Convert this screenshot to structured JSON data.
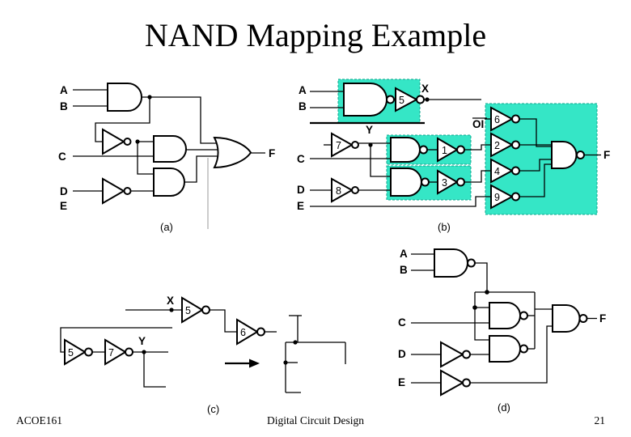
{
  "title": "NAND Mapping Example",
  "footer": {
    "course": "ACOE161",
    "center": "Digital Circuit Design",
    "page": "21"
  },
  "colors": {
    "highlight": "#35E6C6",
    "highlight_border": "#0FA78E",
    "wire": "#000000",
    "stray_wire": "#999999"
  },
  "diagram_a": {
    "caption": "(a)",
    "inputs": {
      "a": "A",
      "b": "B",
      "c": "C",
      "d": "D",
      "e": "E"
    },
    "output": "F"
  },
  "diagram_b": {
    "caption": "(b)",
    "inputs": {
      "a": "A",
      "b": "B",
      "c": "C",
      "d": "D",
      "e": "E"
    },
    "output": "F",
    "signals": {
      "x": "X",
      "y": "Y",
      "oi": "OI"
    },
    "gates": {
      "g5": "5",
      "g7": "7",
      "g8": "8",
      "g1": "1",
      "g3": "3",
      "g6": "6",
      "g2": "2",
      "g4": "4",
      "g9": "9"
    }
  },
  "diagram_c": {
    "caption": "(c)",
    "signals": {
      "x": "X",
      "y": "Y"
    },
    "gates": {
      "g5_top": "5",
      "g6": "6",
      "g5_bottom": "5",
      "g7": "7"
    }
  },
  "diagram_d": {
    "caption": "(d)",
    "inputs": {
      "a": "A",
      "b": "B",
      "c": "C",
      "d": "D",
      "e": "E"
    },
    "output": "F"
  }
}
